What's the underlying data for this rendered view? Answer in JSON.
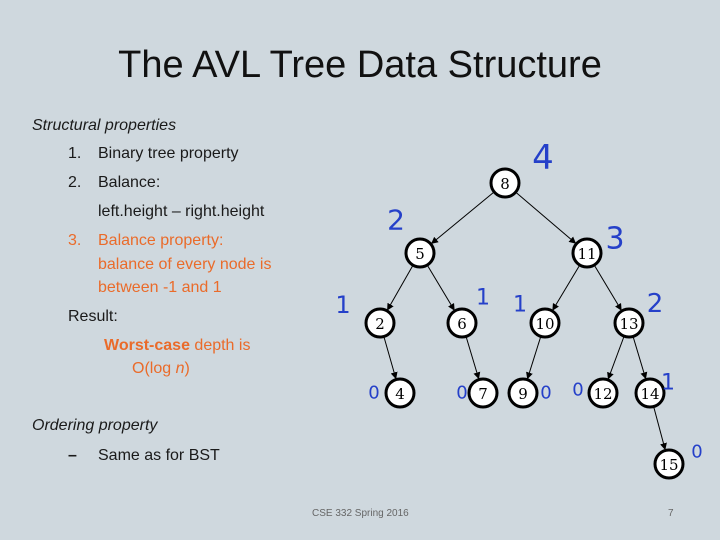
{
  "slide": {
    "title": "The AVL Tree Data Structure",
    "structural_heading": "Structural properties",
    "items": [
      {
        "num": "1.",
        "text": "Binary tree property"
      },
      {
        "num": "2.",
        "text": "Balance:"
      },
      {
        "num": "",
        "text": "left.height – right.height"
      }
    ],
    "balance_item": {
      "num": "3.",
      "line1": "Balance property:",
      "line2": "balance of every node is",
      "line3": "between -1 and 1"
    },
    "result_label": "Result:",
    "result": {
      "worst_case": "Worst-case",
      "depth_is": " depth is",
      "olog_prefix": "O(log ",
      "olog_n": "n",
      "olog_suffix": ")"
    },
    "ordering_heading": "Ordering property",
    "ordering_bullet": "–",
    "ordering_text": "Same as for BST",
    "footer_course": "CSE 332 Spring 2016",
    "footer_page": "7"
  },
  "colors": {
    "background": "#cfd8de",
    "accent_orange": "#ea6b2a",
    "handwriting_blue": "#2540c9"
  },
  "tree": {
    "nodes": [
      {
        "id": "8",
        "label": "8",
        "height": "4"
      },
      {
        "id": "5",
        "label": "5",
        "height": "2"
      },
      {
        "id": "11",
        "label": "11",
        "height": "3"
      },
      {
        "id": "2",
        "label": "2",
        "height": "1"
      },
      {
        "id": "6",
        "label": "6",
        "height": "1"
      },
      {
        "id": "10",
        "label": "10",
        "height": "1"
      },
      {
        "id": "13",
        "label": "13",
        "height": "2"
      },
      {
        "id": "4",
        "label": "4",
        "height": "0"
      },
      {
        "id": "7",
        "label": "7",
        "height": "0"
      },
      {
        "id": "9",
        "label": "9",
        "height": "0"
      },
      {
        "id": "12",
        "label": "12",
        "height": "0"
      },
      {
        "id": "14",
        "label": "14",
        "height": "1"
      },
      {
        "id": "15",
        "label": "15",
        "height": "0"
      }
    ],
    "edges": [
      [
        "8",
        "5"
      ],
      [
        "8",
        "11"
      ],
      [
        "5",
        "2"
      ],
      [
        "5",
        "6"
      ],
      [
        "11",
        "10"
      ],
      [
        "11",
        "13"
      ],
      [
        "2",
        "4"
      ],
      [
        "6",
        "7"
      ],
      [
        "10",
        "9"
      ],
      [
        "13",
        "12"
      ],
      [
        "13",
        "14"
      ],
      [
        "14",
        "15"
      ]
    ]
  }
}
